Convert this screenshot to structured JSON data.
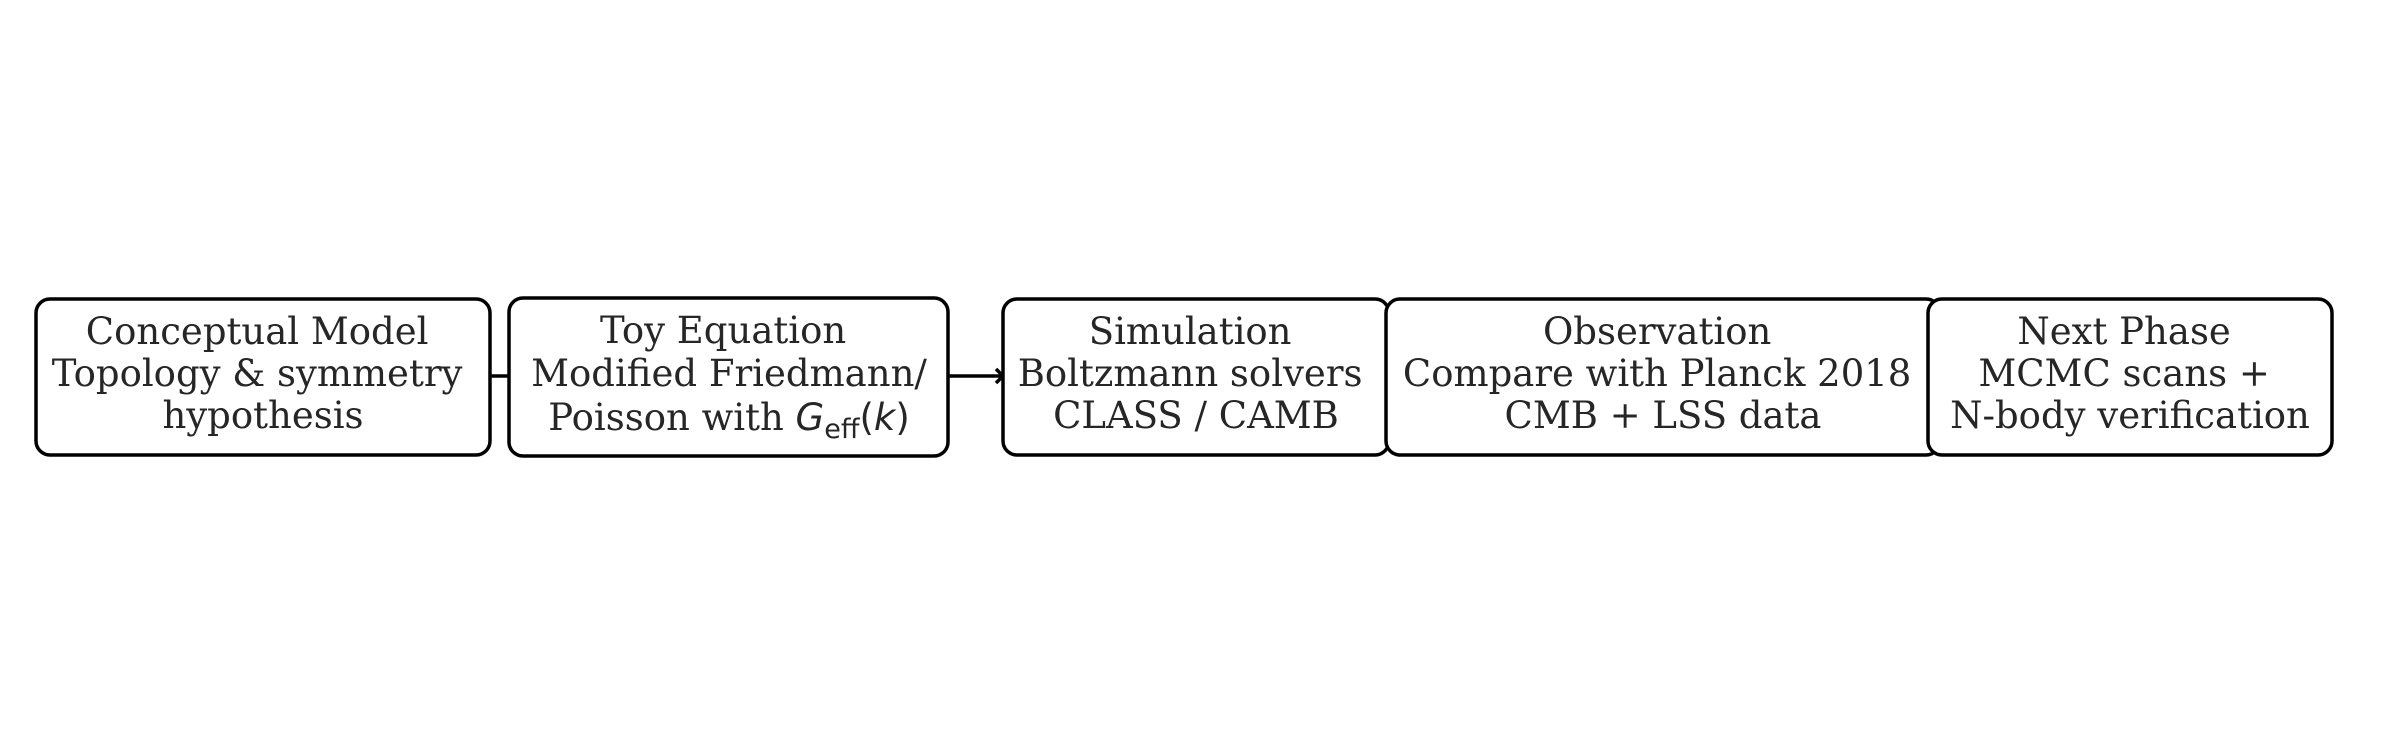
{
  "flow": {
    "steps": [
      {
        "id": "conceptual",
        "lines": [
          "Conceptual Model",
          "Topology & symmetry",
          "hypothesis"
        ]
      },
      {
        "id": "toy",
        "lines": [
          "Toy Equation",
          "Modified Friedmann/",
          "Poisson with "
        ],
        "math": {
          "symbol": "G",
          "subscript": "eff",
          "argument_open": "(",
          "argument": "k",
          "argument_close": ")"
        }
      },
      {
        "id": "simulation",
        "lines": [
          "Simulation",
          "Boltzmann solvers",
          "CLASS / CAMB"
        ]
      },
      {
        "id": "observation",
        "lines": [
          "Observation",
          "Compare with Planck 2018",
          "CMB + LSS data"
        ]
      },
      {
        "id": "next",
        "lines": [
          "Next Phase",
          "MCMC scans +",
          "N-body verification"
        ]
      }
    ],
    "colors": {
      "box_stroke": "#000000",
      "box_fill": "#ffffff",
      "text": "#262626"
    }
  }
}
